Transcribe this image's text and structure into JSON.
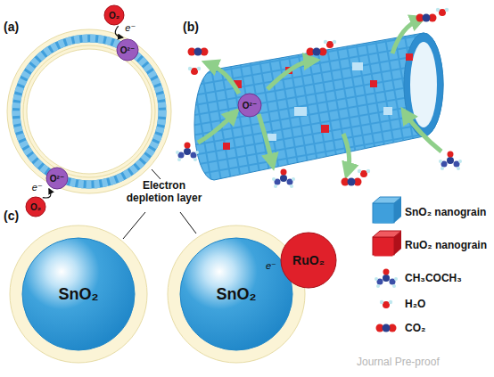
{
  "diagram": {
    "nodes": [
      {
        "text": [
          "O₂"
        ]
      },
      {
        "text": [
          "O²⁻"
        ]
      },
      {
        "text": [
          "O²⁻"
        ]
      },
      {
        "text": [
          "O₂"
        ]
      },
      {
        "text": [
          "O²⁻"
        ]
      },
      {
        "text": [
          "SnO₂"
        ]
      },
      {
        "text": [
          "SnO₂"
        ]
      },
      {
        "text": [
          "RuO₂"
        ]
      }
    ],
    "edges": [
      {
        "from": 0,
        "to": 1,
        "arrow": "to",
        "label": "e⁻"
      },
      {
        "from": 3,
        "to": 2,
        "arrow": "to",
        "label": "e⁻"
      }
    ],
    "labels": [
      "(a)",
      "(b)",
      "(c)",
      "Electron depletion layer",
      "e⁻",
      "Journal Pre-proof"
    ],
    "legend": [
      {
        "text": "SnO₂ nanograin",
        "color": "#3f9fdc"
      },
      {
        "text": "RuO₂ nanograin",
        "color": "#e0202a"
      },
      {
        "text": "CH₃COCH₃"
      },
      {
        "text": "H₂O"
      },
      {
        "text": "CO₂"
      }
    ]
  }
}
